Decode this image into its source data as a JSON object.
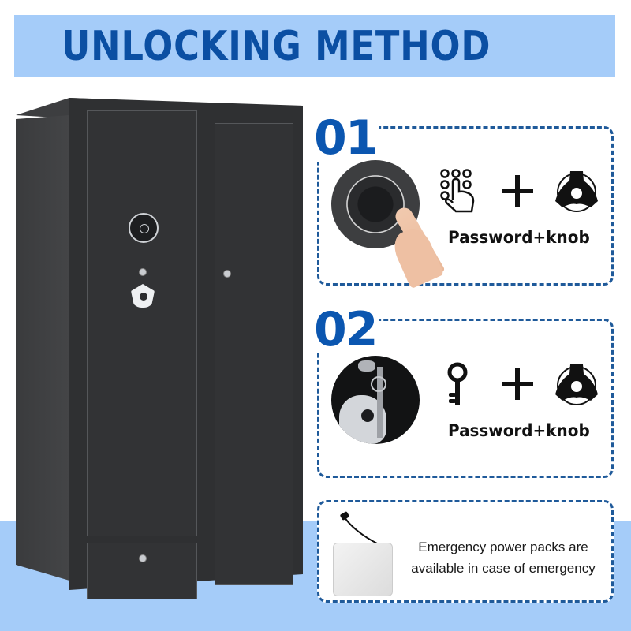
{
  "header": {
    "title": "UNLOCKING METHOD"
  },
  "colors": {
    "title_band": "#a5ccf9",
    "title_text": "#0b4fa3",
    "step_number": "#0b56b0",
    "panel_border": "#1f5a9a",
    "floor_band": "#a5ccf9",
    "cabinet": "#2f3032"
  },
  "methods": [
    {
      "number": "01",
      "photo": "fingerprint-keypad-lock-photo",
      "icons": [
        "keypad-touch-icon",
        "plus-icon",
        "knob-icon"
      ],
      "caption": "Password+knob"
    },
    {
      "number": "02",
      "photo": "key-and-knob-photo",
      "icons": [
        "key-icon",
        "plus-icon",
        "knob-icon"
      ],
      "caption": "Password+knob"
    }
  ],
  "emergency": {
    "photo": "emergency-power-pack-photo",
    "line1": "Emergency power packs are",
    "line2": "available in case of emergency"
  },
  "product": {
    "image": "black-two-door-gun-safe-cabinet"
  }
}
